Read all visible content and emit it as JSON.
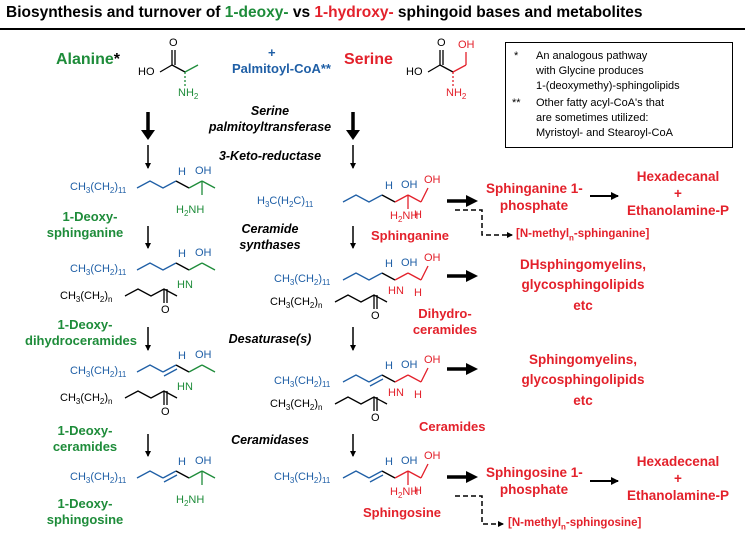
{
  "title": {
    "part1": "Biosynthesis and turnover of ",
    "deoxy": "1-deoxy-",
    "vs": " vs ",
    "hydroxy": "1-hydroxy-",
    "part2": " sphingoid bases and metabolites"
  },
  "substrates": {
    "alanine": "Alanine",
    "alanine_star": "*",
    "plus": "+",
    "palmitoyl": "Palmitoyl-CoA**",
    "serine": "Serine"
  },
  "atoms": {
    "ho": "HO",
    "o": "O",
    "oh": "OH",
    "nh2": "NH",
    "two": "2",
    "h": "H",
    "h2n": "H",
    "hn": "HN",
    "n_sub": "n"
  },
  "chains": {
    "c11": "CH",
    "c11_sub3": "3",
    "c11_mid": "(CH",
    "c11_sub2": "2",
    "c11_end": ")",
    "c11_n": "11",
    "h3c": "H",
    "h3c_rest": "C(H",
    "h3c_c": "C)",
    "acyl": "CH",
    "acyl_mid": "(CH",
    "acyl_end": ")"
  },
  "legend": {
    "l1_mark": "*",
    "l1": "An analogous pathway",
    "l2": "with Glycine produces",
    "l3": "1-(deoxymethy)-sphingolipids",
    "l4_mark": "**",
    "l4": "Other fatty acyl-CoA's that",
    "l5": "are sometimes utilized:",
    "l6": "Myristoyl- and Stearoyl-CoA"
  },
  "enzymes": {
    "spt1": "Serine",
    "spt2": "palmitoyltransferase",
    "kr": "3-Keto-reductase",
    "cs1": "Ceramide",
    "cs2": "synthases",
    "des": "Desaturase(s)",
    "cer": "Ceramidases"
  },
  "left_labels": {
    "sa1": "1-Deoxy-",
    "sa2": "sphinganine",
    "dh1": "1-Deoxy-",
    "dh2": "dihydroceramides",
    "cer1": "1-Deoxy-",
    "cer2": "ceramides",
    "so1": "1-Deoxy-",
    "so2": "sphingosine"
  },
  "mid_labels": {
    "sa": "Sphinganine",
    "dh1": "Dihydro-",
    "dh2": "ceramides",
    "cer": "Ceramides",
    "so": "Sphingosine"
  },
  "right_products": {
    "sa1p_1": "Sphinganine 1-",
    "sa1p_2": "phosphate",
    "hexadecanal": "Hexadecanal",
    "plus1": "+",
    "ethanolamine1": "Ethanolamine-P",
    "nmethyl_sa_a": "[N-methyl",
    "nmethyl_sa_b": "-sphinganine]",
    "dhsm1": "DHsphingomyelins,",
    "dhsm2": "glycosphingolipids",
    "dhsm3": "etc",
    "sm1": "Sphingomyelins,",
    "sm2": "glycosphingolipids",
    "sm3": "etc",
    "so1p_1": "Sphingosine 1-",
    "so1p_2": "phosphate",
    "hexadecenal": "Hexadecenal",
    "plus2": "+",
    "ethanolamine2": "Ethanolamine-P",
    "nmethyl_so_a": "[N-methyl",
    "nmethyl_so_b": "-sphingosine]"
  },
  "colors": {
    "green": "#1e8c3a",
    "red": "#e3212b",
    "blue": "#1f5fa6",
    "black": "#000000"
  }
}
